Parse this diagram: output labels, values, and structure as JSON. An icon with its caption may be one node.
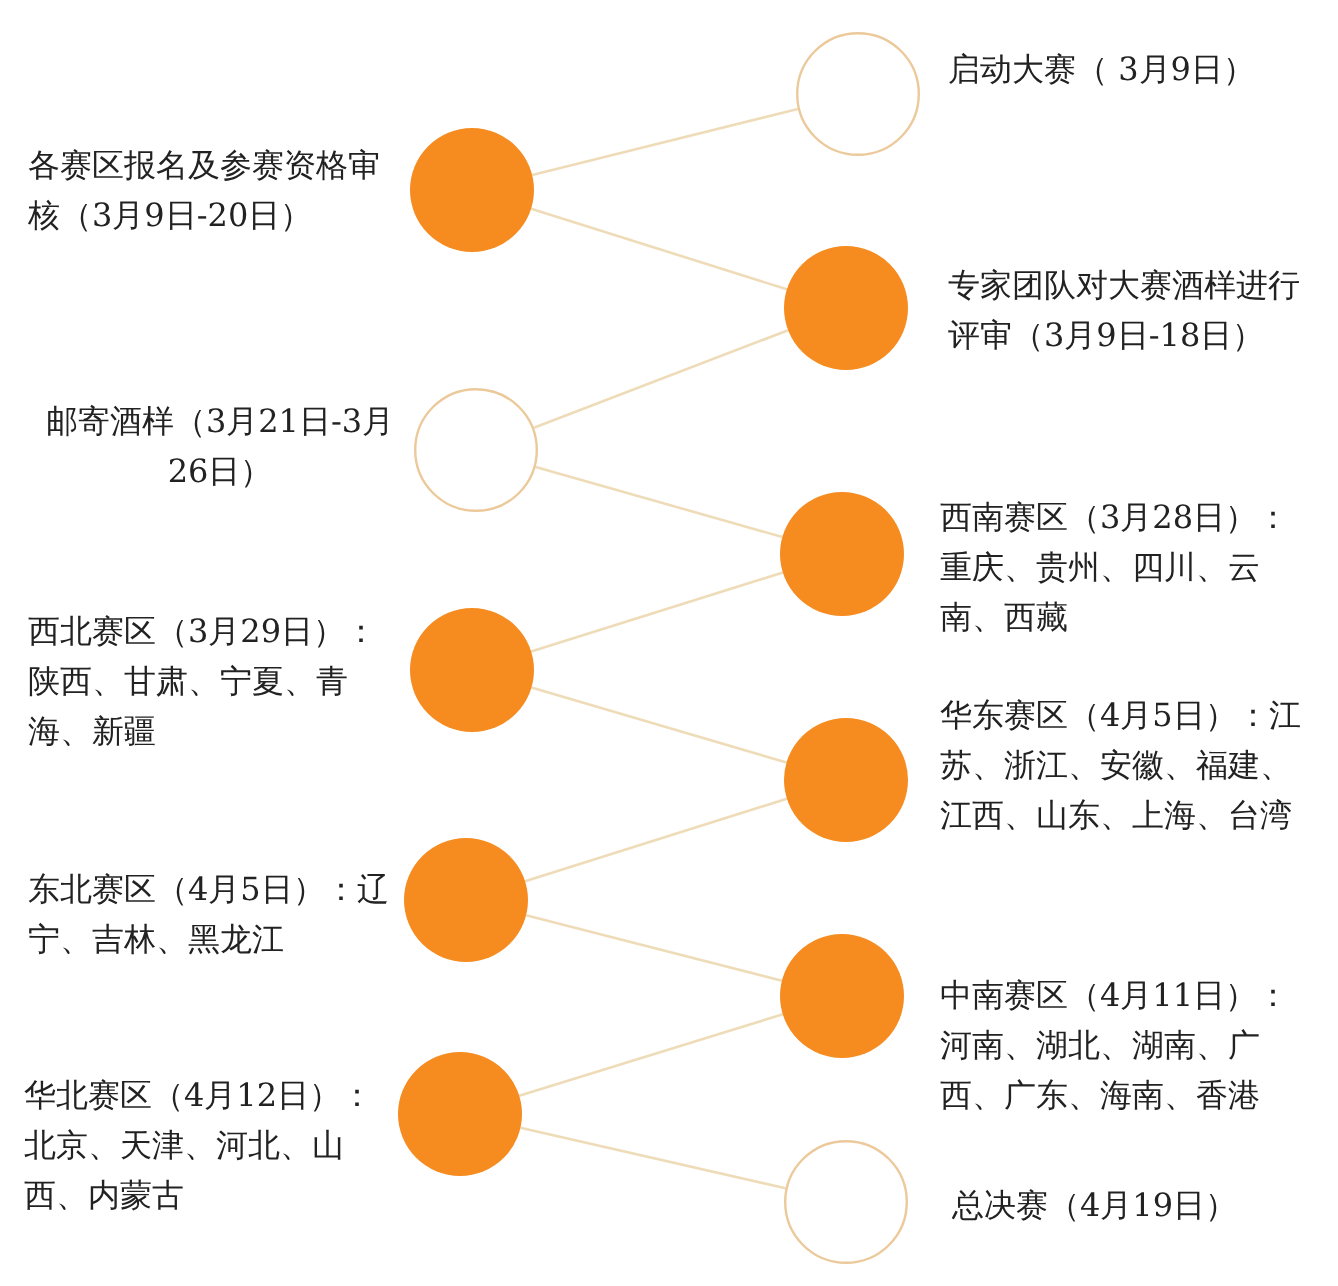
{
  "diagram": {
    "nodes": [
      {
        "text": [],
        "shape": "circle",
        "beside": [
          "启动大赛（ 3月9日）"
        ]
      },
      {
        "text": [],
        "shape": "circle",
        "beside": [
          "各赛区报名及参赛资格审核（3月9日-20日）"
        ]
      },
      {
        "text": [],
        "shape": "circle",
        "beside": [
          "专家团队对大赛酒样进行评审（3月9日-18日）"
        ]
      },
      {
        "text": [],
        "shape": "circle",
        "beside": [
          "邮寄酒样（3月21日-3月26日）"
        ]
      },
      {
        "text": [],
        "shape": "circle",
        "beside": [
          "西南赛区（3月28日）：重庆、贵州、四川、云南、西藏"
        ]
      },
      {
        "text": [],
        "shape": "circle",
        "beside": [
          "西北赛区（3月29日）：陕西、甘肃、宁夏、青海、新疆"
        ]
      },
      {
        "text": [],
        "shape": "circle",
        "beside": [
          "华东赛区（4月5日）：江苏、浙江、安徽、福建、江西、山东、上海、台湾"
        ]
      },
      {
        "text": [],
        "shape": "circle",
        "beside": [
          "东北赛区（4月5日）：辽宁、吉林、黑龙江"
        ]
      },
      {
        "text": [],
        "shape": "circle",
        "beside": [
          "中南赛区（4月11日）：河南、湖北、湖南、广西、广东、海南、香港"
        ]
      },
      {
        "text": [],
        "shape": "circle",
        "beside": [
          "华北赛区（4月12日）：北京、天津、河北、山西、内蒙古"
        ]
      },
      {
        "text": [],
        "shape": "circle",
        "beside": [
          "总决赛（4月19日）"
        ]
      }
    ],
    "edges": [
      {
        "from": 0,
        "to": 1,
        "arrow": "none"
      },
      {
        "from": 1,
        "to": 2,
        "arrow": "none"
      },
      {
        "from": 2,
        "to": 3,
        "arrow": "none"
      },
      {
        "from": 3,
        "to": 4,
        "arrow": "none"
      },
      {
        "from": 4,
        "to": 5,
        "arrow": "none"
      },
      {
        "from": 5,
        "to": 6,
        "arrow": "none"
      },
      {
        "from": 6,
        "to": 7,
        "arrow": "none"
      },
      {
        "from": 7,
        "to": 8,
        "arrow": "none"
      },
      {
        "from": 8,
        "to": 9,
        "arrow": "none"
      },
      {
        "from": 9,
        "to": 10,
        "arrow": "none"
      }
    ]
  }
}
